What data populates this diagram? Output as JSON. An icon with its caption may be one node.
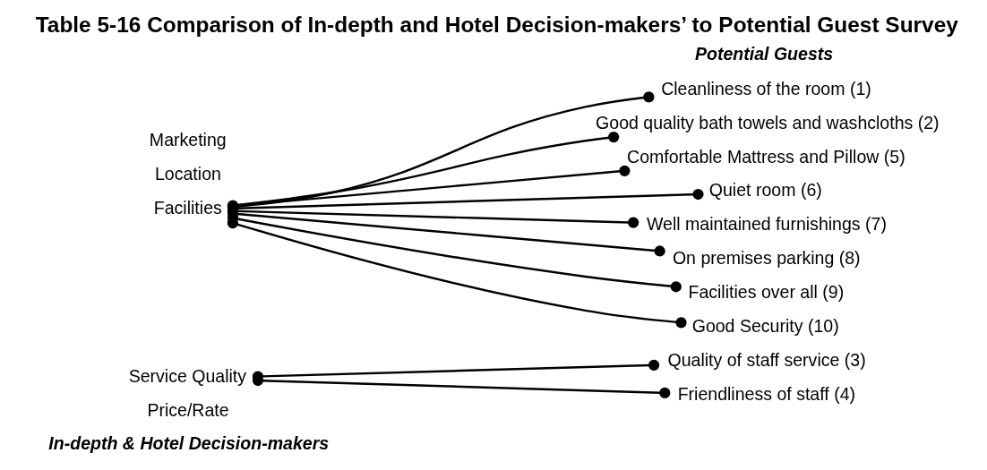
{
  "diagram": {
    "title": "Table 5-16 Comparison of In-depth and Hotel Decision-makers’ to Potential Guest Survey",
    "nodes": [
      {
        "text": [
          "Price/Rate"
        ]
      },
      {
        "text": [
          "Service Quality"
        ]
      },
      {
        "text": [
          "Facilities"
        ]
      },
      {
        "text": [
          "Location"
        ]
      },
      {
        "text": [
          "Marketing"
        ]
      },
      {
        "text": [
          "Cleanliness of the room (1)"
        ]
      },
      {
        "text": [
          "Good quality bath towels and washcloths (2)"
        ]
      },
      {
        "text": [
          "Quality of staff service (3)"
        ]
      },
      {
        "text": [
          "Friendliness of staff (4)"
        ]
      },
      {
        "text": [
          "Comfortable Mattress and Pillow (5)"
        ]
      },
      {
        "text": [
          "Quiet room (6)"
        ]
      },
      {
        "text": [
          "Well maintained furnishings (7)"
        ]
      },
      {
        "text": [
          "On premises parking (8)"
        ]
      },
      {
        "text": [
          "Facilities over all (9)"
        ]
      },
      {
        "text": [
          "Good Security (10)"
        ]
      }
    ],
    "edges": [
      {
        "from": 1,
        "to": 7,
        "arrow": "other"
      },
      {
        "from": 1,
        "to": 8,
        "arrow": "other"
      },
      {
        "from": 2,
        "to": 5,
        "arrow": "other"
      },
      {
        "from": 2,
        "to": 6,
        "arrow": "other"
      },
      {
        "from": 2,
        "to": 9,
        "arrow": "other"
      },
      {
        "from": 2,
        "to": 10,
        "arrow": "other"
      },
      {
        "from": 2,
        "to": 11,
        "arrow": "other"
      },
      {
        "from": 2,
        "to": 12,
        "arrow": "other"
      },
      {
        "from": 2,
        "to": 13,
        "arrow": "other"
      },
      {
        "from": 2,
        "to": 14,
        "arrow": "other"
      }
    ],
    "labels": [
      "In-depth & Hotel Decision-makers",
      "Potential Guests"
    ]
  }
}
